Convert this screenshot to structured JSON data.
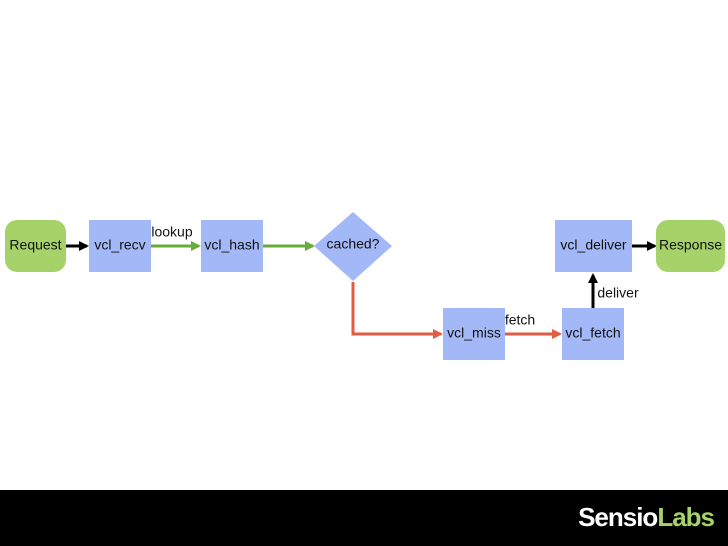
{
  "diagram": {
    "nodes": {
      "request": "Request",
      "vcl_recv": "vcl_recv",
      "vcl_hash": "vcl_hash",
      "cached": "cached?",
      "vcl_miss": "vcl_miss",
      "vcl_fetch": "vcl_fetch",
      "vcl_deliver": "vcl_deliver",
      "response": "Response"
    },
    "edge_labels": {
      "lookup": "lookup",
      "fetch": "fetch",
      "deliver": "deliver"
    },
    "colors": {
      "terminal_fill": "#a6d26a",
      "process_fill": "#a3b8f7",
      "green_arrow": "#6aaa3a",
      "red_arrow": "#e25b45",
      "black_arrow": "#000000"
    }
  },
  "footer": {
    "brand_part1": "Sensio",
    "brand_part2": "Labs"
  }
}
